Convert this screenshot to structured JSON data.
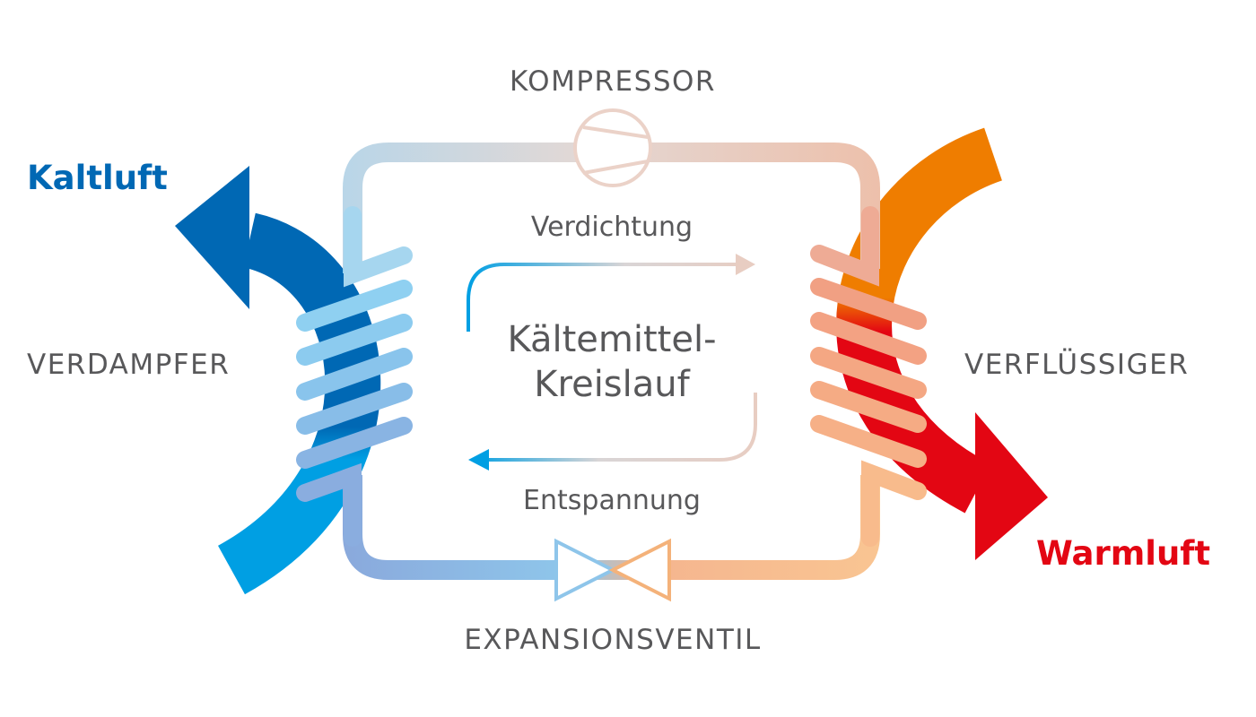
{
  "labels": {
    "compressor": "KOMPRESSOR",
    "cold_air": "Kaltluft",
    "evaporator": "VERDAMPFER",
    "condenser": "VERFLÜSSIGER",
    "warm_air": "Warmluft",
    "expansion_valve": "EXPANSIONSVENTIL",
    "compression": "Verdichtung",
    "expansion": "Entspannung",
    "circuit_line1": "Kältemittel-",
    "circuit_line2": "Kreislauf"
  },
  "colors": {
    "cold_dark": "#0068b4",
    "cold_light": "#009fe3",
    "warm_orange": "#ef7d00",
    "warm_red": "#e30613",
    "text": "#58585a"
  }
}
